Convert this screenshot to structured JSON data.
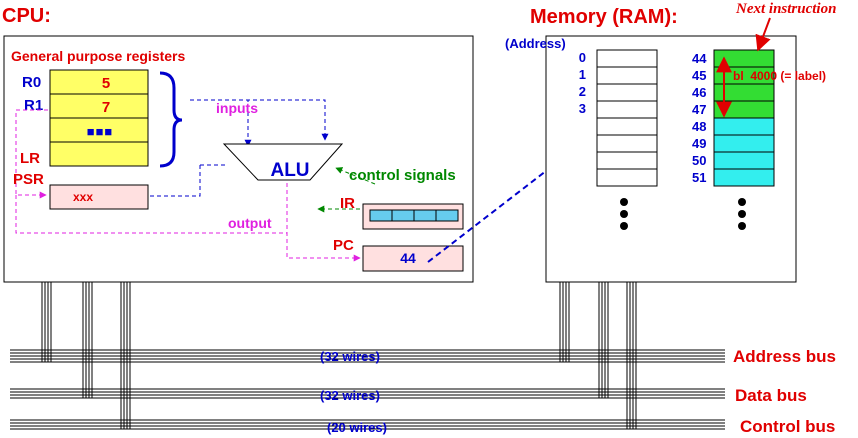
{
  "colors": {
    "red": "#e00000",
    "blue": "#0000cc",
    "magenta": "#e020e0",
    "green": "#008800",
    "register_fill": "#ffff66",
    "green_fill": "#33dd33",
    "cyan_fill": "#33eeee",
    "pink_fill": "#ffe0e0",
    "ir_cell_fill": "#66ccee"
  },
  "cpu": {
    "title": "CPU:",
    "gpr_title": "General purpose registers",
    "registers": [
      {
        "label": "R0",
        "value": "5"
      },
      {
        "label": "R1",
        "value": "7"
      },
      {
        "label": "",
        "value": "■■■"
      },
      {
        "label": "LR",
        "value": ""
      }
    ],
    "psr_label": "PSR",
    "psr_value": "xxx",
    "alu_label": "ALU",
    "inputs_label": "inputs",
    "output_label": "output",
    "control_signals_label": "control signals",
    "ir_label": "IR",
    "pc_label": "PC",
    "pc_value": "44"
  },
  "memory": {
    "title": "Memory (RAM):",
    "address_header": "(Address)",
    "left_addresses": [
      "0",
      "1",
      "2",
      "3"
    ],
    "right_addresses": [
      "44",
      "45",
      "46",
      "47",
      "48",
      "49",
      "50",
      "51"
    ],
    "instruction_text": "bl  4000 (= label)",
    "next_instruction_label": "Next instruction"
  },
  "buses": [
    {
      "name": "Address bus",
      "wires": "(32 wires)"
    },
    {
      "name": "Data bus",
      "wires": "(32 wires)"
    },
    {
      "name": "Control bus",
      "wires": "(20 wires)"
    }
  ]
}
